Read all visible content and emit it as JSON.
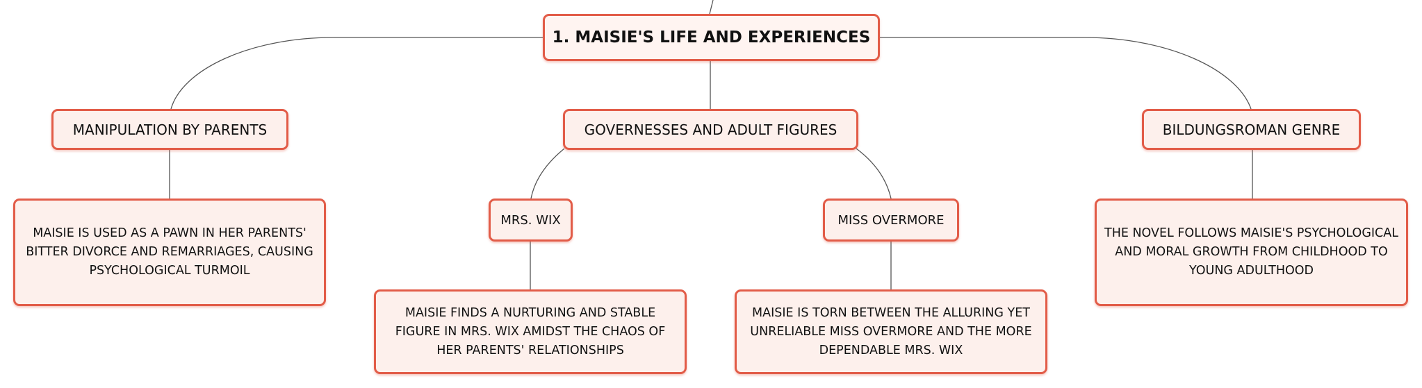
{
  "map": {
    "root": "1. MAISIE'S LIFE AND EXPERIENCES",
    "branches": [
      {
        "title": "MANIPULATION BY PARENTS",
        "detail": "MAISIE IS USED AS A PAWN IN HER PARENTS' BITTER DIVORCE AND REMARRIAGES, CAUSING PSYCHOLOGICAL TURMOIL"
      },
      {
        "title": "GOVERNESSES AND ADULT FIGURES",
        "children": [
          {
            "title": "MRS. WIX",
            "detail": "MAISIE FINDS A NURTURING AND STABLE FIGURE IN MRS. WIX AMIDST THE CHAOS OF HER PARENTS' RELATIONSHIPS"
          },
          {
            "title": "MISS OVERMORE",
            "detail": "MAISIE IS TORN BETWEEN THE ALLURING YET UNRELIABLE MISS OVERMORE AND THE MORE DEPENDABLE MRS. WIX"
          }
        ]
      },
      {
        "title": "BILDUNGSROMAN GENRE",
        "detail": "THE NOVEL FOLLOWS MAISIE'S PSYCHOLOGICAL AND MORAL GROWTH FROM CHILDHOOD TO YOUNG ADULTHOOD"
      }
    ]
  },
  "colors": {
    "node_border": "#e25c48",
    "node_fill": "#fdf0ec",
    "connector": "#555555",
    "text": "#111111"
  }
}
